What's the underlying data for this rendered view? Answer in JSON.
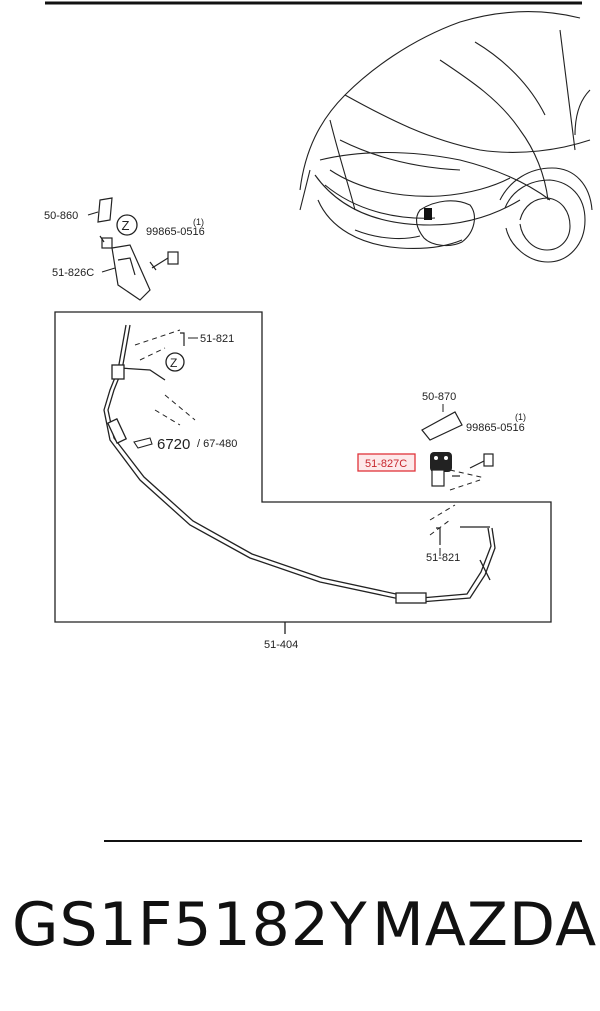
{
  "diagram": {
    "labels": {
      "bracket_top": "50-860",
      "bolt_top_part": "99865-0516",
      "bolt_top_qty": "(1)",
      "nozzle_left": "51-826C",
      "clip_upper": "51-821",
      "grommet_ref": "6720",
      "grommet_ref_sub": "/ 67-480",
      "cover_right": "50-870",
      "bolt_right_part": "99865-0516",
      "bolt_right_qty": "(1)",
      "nozzle_right_highlighted": "51-827C",
      "clip_lower": "51-821",
      "hose_assembly": "51-404",
      "zoom_marker": "Z"
    },
    "highlight_color": "#e0343a"
  },
  "footer": {
    "part_number": "GS1F5182Y",
    "brand": "MAZDA"
  }
}
